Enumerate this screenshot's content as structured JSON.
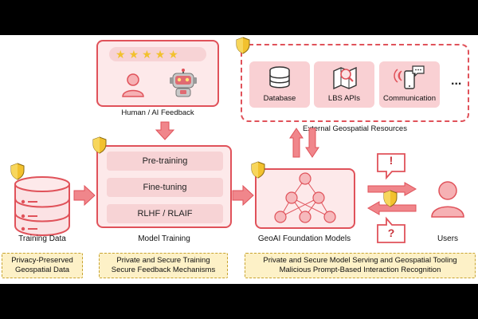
{
  "feedback": {
    "label": "Human / AI Feedback",
    "stars": 5
  },
  "resources": {
    "label": "External Geospatial Resources",
    "items": [
      {
        "label": "Database",
        "icon": "database-icon"
      },
      {
        "label": "LBS APIs",
        "icon": "map-search-icon"
      },
      {
        "label": "Communication",
        "icon": "phone-signal-icon"
      }
    ],
    "more": "..."
  },
  "training": {
    "steps": [
      "Pre-training",
      "Fine-tuning",
      "RLHF / RLAIF"
    ],
    "label": "Model Training"
  },
  "data": {
    "label": "Training Data"
  },
  "model": {
    "label": "GeoAI Foundation Models"
  },
  "users": {
    "label": "Users",
    "bubble_top": "!",
    "bubble_bottom": "?"
  },
  "notes": {
    "privacy": [
      "Privacy-Preserved",
      "Geospatial Data"
    ],
    "training": [
      "Private and Secure Training",
      "Secure Feedback Mechanisms"
    ],
    "serving": [
      "Private and Secure Model Serving and Geospatial Tooling",
      "Malicious Prompt-Based Interaction Recognition"
    ]
  },
  "colors": {
    "red": "#e0525a",
    "pink": "#fde9ea",
    "pink_dark": "#f7d3d5",
    "shield_gold": "#f2c12e",
    "note_bg": "#fdf1c7"
  }
}
